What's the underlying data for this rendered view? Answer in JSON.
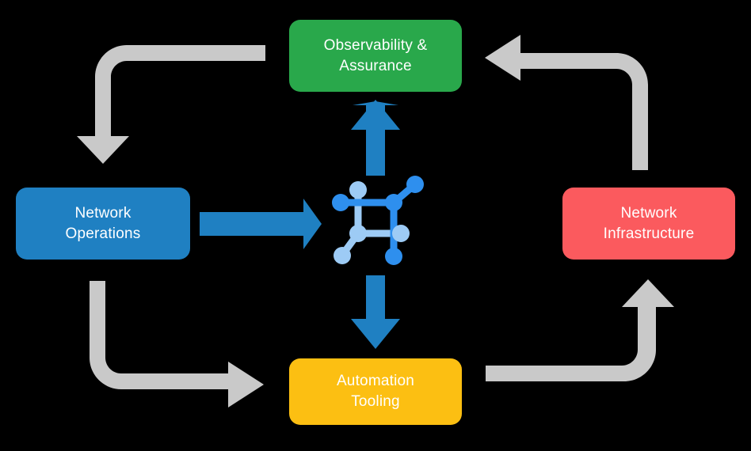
{
  "diagram": {
    "title": "Network operations lifecycle cycle diagram",
    "background_color": "#000000",
    "center_icon": {
      "name": "network-topology-icon",
      "node_color_primary": "#2E8FEE",
      "node_color_secondary": "#9DCBF5"
    },
    "boxes": [
      {
        "id": "observability",
        "label": "Observability &\nAssurance",
        "color": "#29A84B",
        "position": "top"
      },
      {
        "id": "operations",
        "label": "Network\nOperations",
        "color": "#1F80C2",
        "position": "left"
      },
      {
        "id": "infrastructure",
        "label": "Network\nInfrastructure",
        "color": "#FB5A5E",
        "position": "right"
      },
      {
        "id": "automation",
        "label": "Automation\nTooling",
        "color": "#FCBF12",
        "position": "bottom"
      }
    ],
    "center_arrows": {
      "color": "#1F80C2",
      "items": [
        {
          "id": "operations-to-center",
          "direction": "right"
        },
        {
          "id": "center-to-observability",
          "direction": "up"
        },
        {
          "id": "center-to-automation",
          "direction": "down"
        }
      ]
    },
    "flow_arrows": {
      "color": "#C9C9C9",
      "items": [
        {
          "id": "observability-to-operations",
          "corner": "top-left",
          "direction": "down"
        },
        {
          "id": "infrastructure-to-observability",
          "corner": "top-right",
          "direction": "left"
        },
        {
          "id": "operations-to-automation",
          "corner": "bottom-left",
          "direction": "right"
        },
        {
          "id": "automation-to-infrastructure",
          "corner": "bottom-right",
          "direction": "up"
        }
      ]
    }
  }
}
